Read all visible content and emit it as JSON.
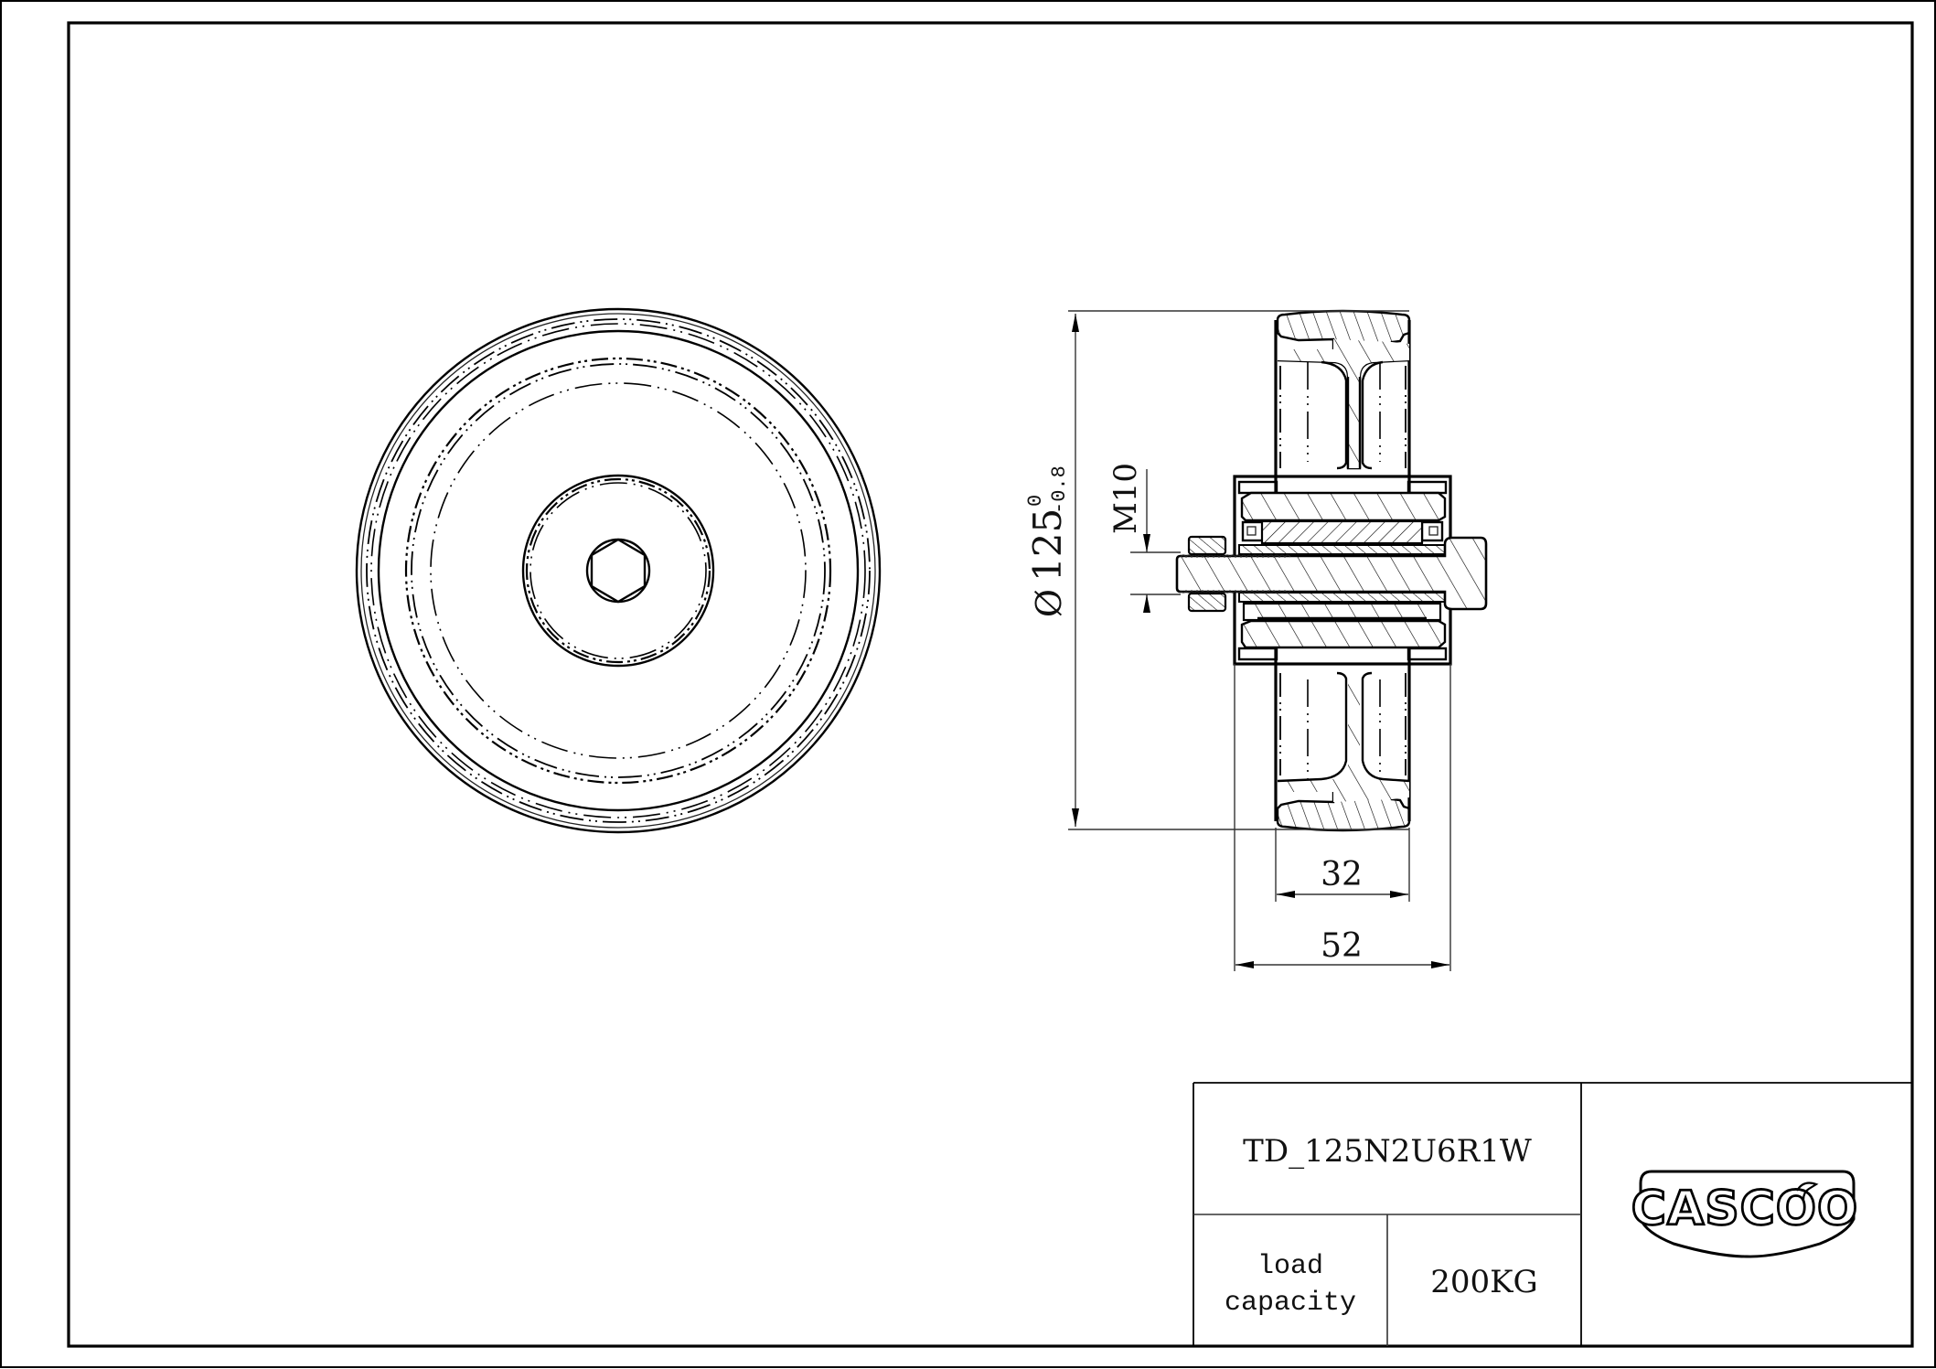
{
  "drawing": {
    "type": "technical-drawing",
    "part_number": "TD_125N2U6R1W",
    "views": {
      "front_view": {
        "label": "front-view-wheel"
      },
      "side_section": {
        "label": "side-section-view"
      }
    },
    "dimensions": {
      "diameter": {
        "symbol": "Ø",
        "value": "125",
        "tol_upper": "0",
        "tol_lower": "-0.8"
      },
      "thread": {
        "value": "M10"
      },
      "tread_width": {
        "value": "32"
      },
      "overall_width": {
        "value": "52"
      }
    },
    "title_block": {
      "part_number": "TD_125N2U6R1W",
      "load_label_line1": "load",
      "load_label_line2": "capacity",
      "load_value": "200KG",
      "logo_text": "CASCOO"
    },
    "colors": {
      "line": "#000000",
      "background": "#ffffff"
    }
  }
}
